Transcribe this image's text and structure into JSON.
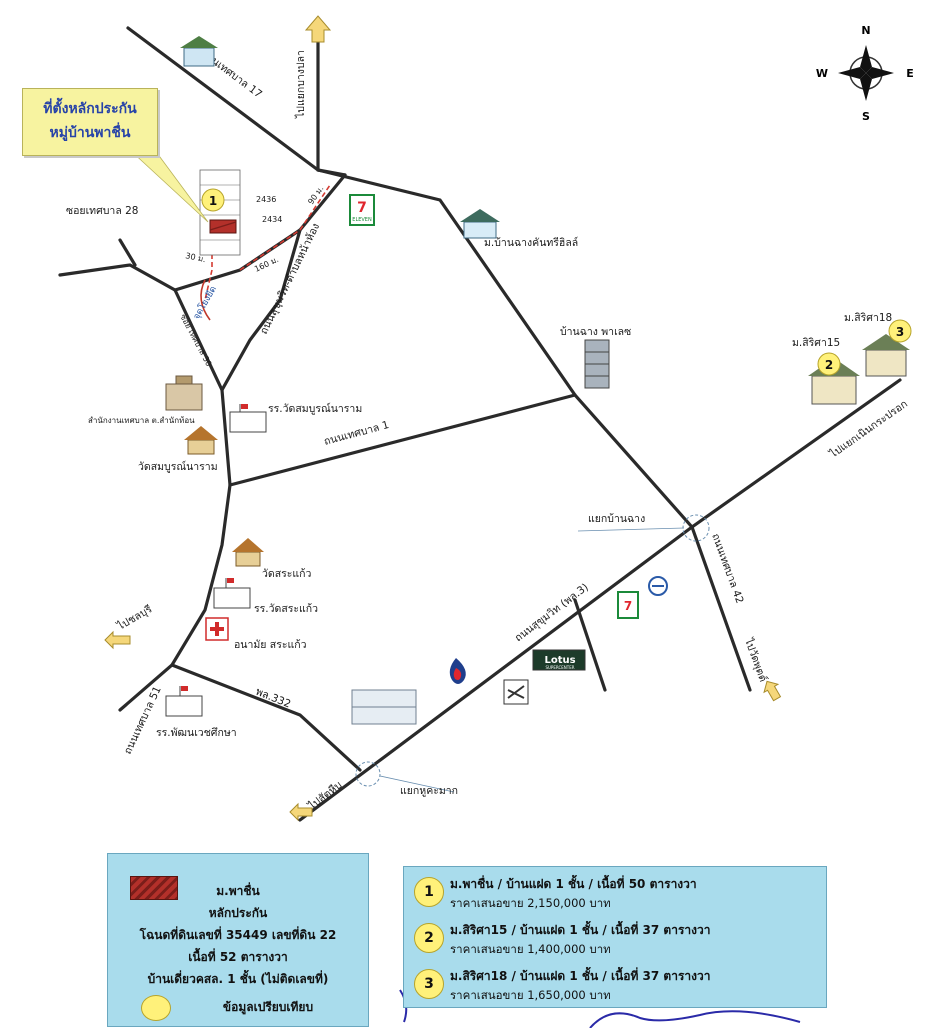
{
  "callout": {
    "line1": "ที่ตั้งหลักประกัน",
    "line2": "หมู่บ้านพาชื่น"
  },
  "compass": {
    "n": "N",
    "s": "S",
    "e": "E",
    "w": "W"
  },
  "roads": {
    "tessaban17": "ถนนเทศบาล 17",
    "to_bang_pla": "ไปแยกบางปลา",
    "soi28": "ซอยเทศบาล 28",
    "soi30": "ซอย เทศบาล 30",
    "sanamsorn": "ถนนสุขุมวิท-ตำบลหน้าห้อง",
    "tessaban1": "ถนนเทศบาล 1",
    "to_khingkaew": "ไปแยกเนินกระปรอก",
    "tessaban42": "ถนนเทศบาล 42",
    "to_wat": "ไปวัดพุตต์",
    "sukhumvit": "ถนนสุขุมวิท (พล.3)",
    "pl332": "พล.332",
    "to_chon": "ไปชลบุรี",
    "tessaban51": "ถนนเทศบาล 51",
    "to_sattahip": "ไปสัตหีบ"
  },
  "labels": {
    "d30": "30 ม.",
    "d90": "90 ม.",
    "d160": "160 ม.",
    "start": "จุดโยงยึด",
    "plot2436": "2436",
    "plot2434": "2434",
    "ban_chang_place": "ม.บ้านฉางคันทรีฮิลล์",
    "ban_chang_palace": "บ้านฉาง พาเลซ",
    "m_sirisa15": "ม.สิริศา15",
    "m_sirisa18": "ม.สิริศา18",
    "school1": "รร.วัดสมบูรณ์นาราม",
    "office": "สำนักงานเทศบาล ต.สำนักท้อน",
    "temple1": "วัดสมบูรณ์นาราม",
    "temple2": "วัดสระแก้ว",
    "school2": "รร.วัดสระแก้ว",
    "health": "อนามัย สระแก้ว",
    "school3": "รร.พัฒนเวชศึกษา",
    "intersection1": "แยกบ้านฉาง",
    "intersection2": "แยกหูคะมาก",
    "lotus": "Lotus",
    "lotus_sub": "SUPERCENTER",
    "seven_eleven": "ELEVEN"
  },
  "legend_left": {
    "title": "ม.พาชื่น",
    "line2": "หลักประกัน",
    "line3": "โฉนดที่ดินเลขที่ 35449 เลขที่ดิน 22",
    "line4": "เนื้อที่ 52 ตารางวา",
    "line5": "บ้านเดี่ยวคสล. 1 ชั้น (ไม่ติดเลขที่)",
    "line6": "ข้อมูลเปรียบเทียบ"
  },
  "comparables": [
    {
      "num": "1",
      "line1": "ม.พาชื่น / บ้านแฝด 1 ชั้น / เนื้อที่ 50 ตารางวา",
      "line2": "ราคาเสนอขาย 2,150,000 บาท"
    },
    {
      "num": "2",
      "line1": "ม.สิริศา15 / บ้านแฝด 1 ชั้น / เนื้อที่ 37 ตารางวา",
      "line2": "ราคาเสนอขาย 1,400,000 บาท"
    },
    {
      "num": "3",
      "line1": "ม.สิริศา18 / บ้านแฝด 1 ชั้น / เนื้อที่ 37 ตารางวา",
      "line2": "ราคาเสนอขาย 1,650,000 บาท"
    }
  ],
  "markers": {
    "m1": "1",
    "m2": "2",
    "m3": "3"
  }
}
